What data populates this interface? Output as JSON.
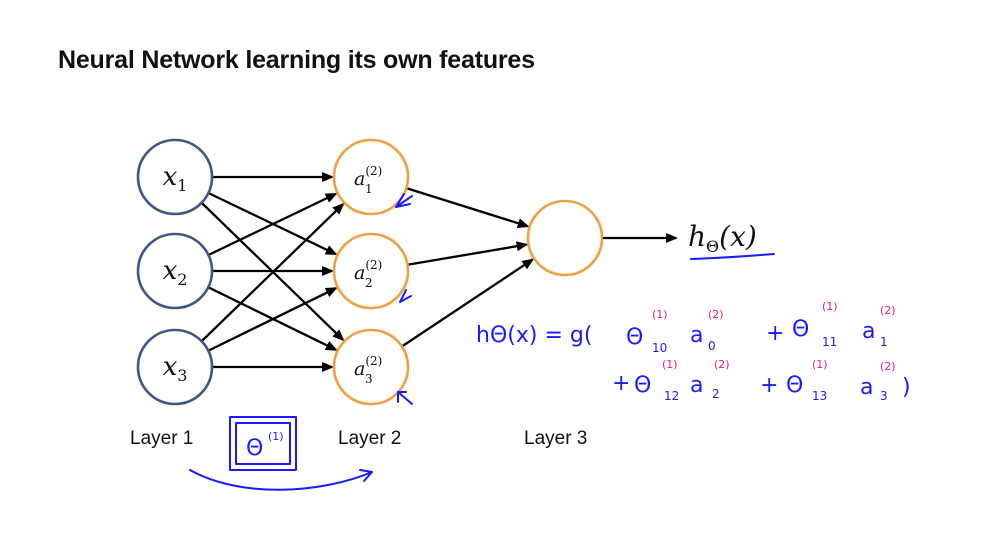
{
  "slide": {
    "title": "Neural Network learning its own features"
  },
  "colors": {
    "input_node": "#3a5a80",
    "hidden_node": "#f0a040",
    "output_node": "#f0a040",
    "edge": "#000000",
    "ink": "#1a1aff",
    "ink_superscript": "#e0207a"
  },
  "network": {
    "input_nodes": [
      {
        "var": "x",
        "sub": "1"
      },
      {
        "var": "x",
        "sub": "2"
      },
      {
        "var": "x",
        "sub": "3"
      }
    ],
    "hidden_nodes": [
      {
        "var": "a",
        "sup": "(2)",
        "sub": "1"
      },
      {
        "var": "a",
        "sup": "(2)",
        "sub": "2"
      },
      {
        "var": "a",
        "sup": "(2)",
        "sub": "3"
      }
    ],
    "output": {
      "var": "h",
      "sub": "Θ",
      "arg": "(x)"
    },
    "layers": [
      "Layer 1",
      "Layer 2",
      "Layer 3"
    ]
  },
  "annotations": {
    "boxed_symbol": {
      "symbol": "Θ",
      "sup": "(1)"
    },
    "equation_line1": {
      "lhs": "hΘ(x) = g(",
      "terms": [
        {
          "sym": "Θ",
          "sup": "(1)",
          "sub": "10",
          "var": "a",
          "var_sup": "(2)",
          "var_sub": "0"
        },
        {
          "sym": "Θ",
          "sup": "(1)",
          "sub": "11",
          "var": "a",
          "var_sup": "(2)",
          "var_sub": "1"
        }
      ]
    },
    "equation_line2": {
      "terms": [
        {
          "sym": "Θ",
          "sup": "(1)",
          "sub": "12",
          "var": "a",
          "var_sup": "(2)",
          "var_sub": "2"
        },
        {
          "sym": "Θ",
          "sup": "(1)",
          "sub": "13",
          "var": "a",
          "var_sup": "(2)",
          "var_sub": "3"
        }
      ],
      "close": ")"
    }
  }
}
